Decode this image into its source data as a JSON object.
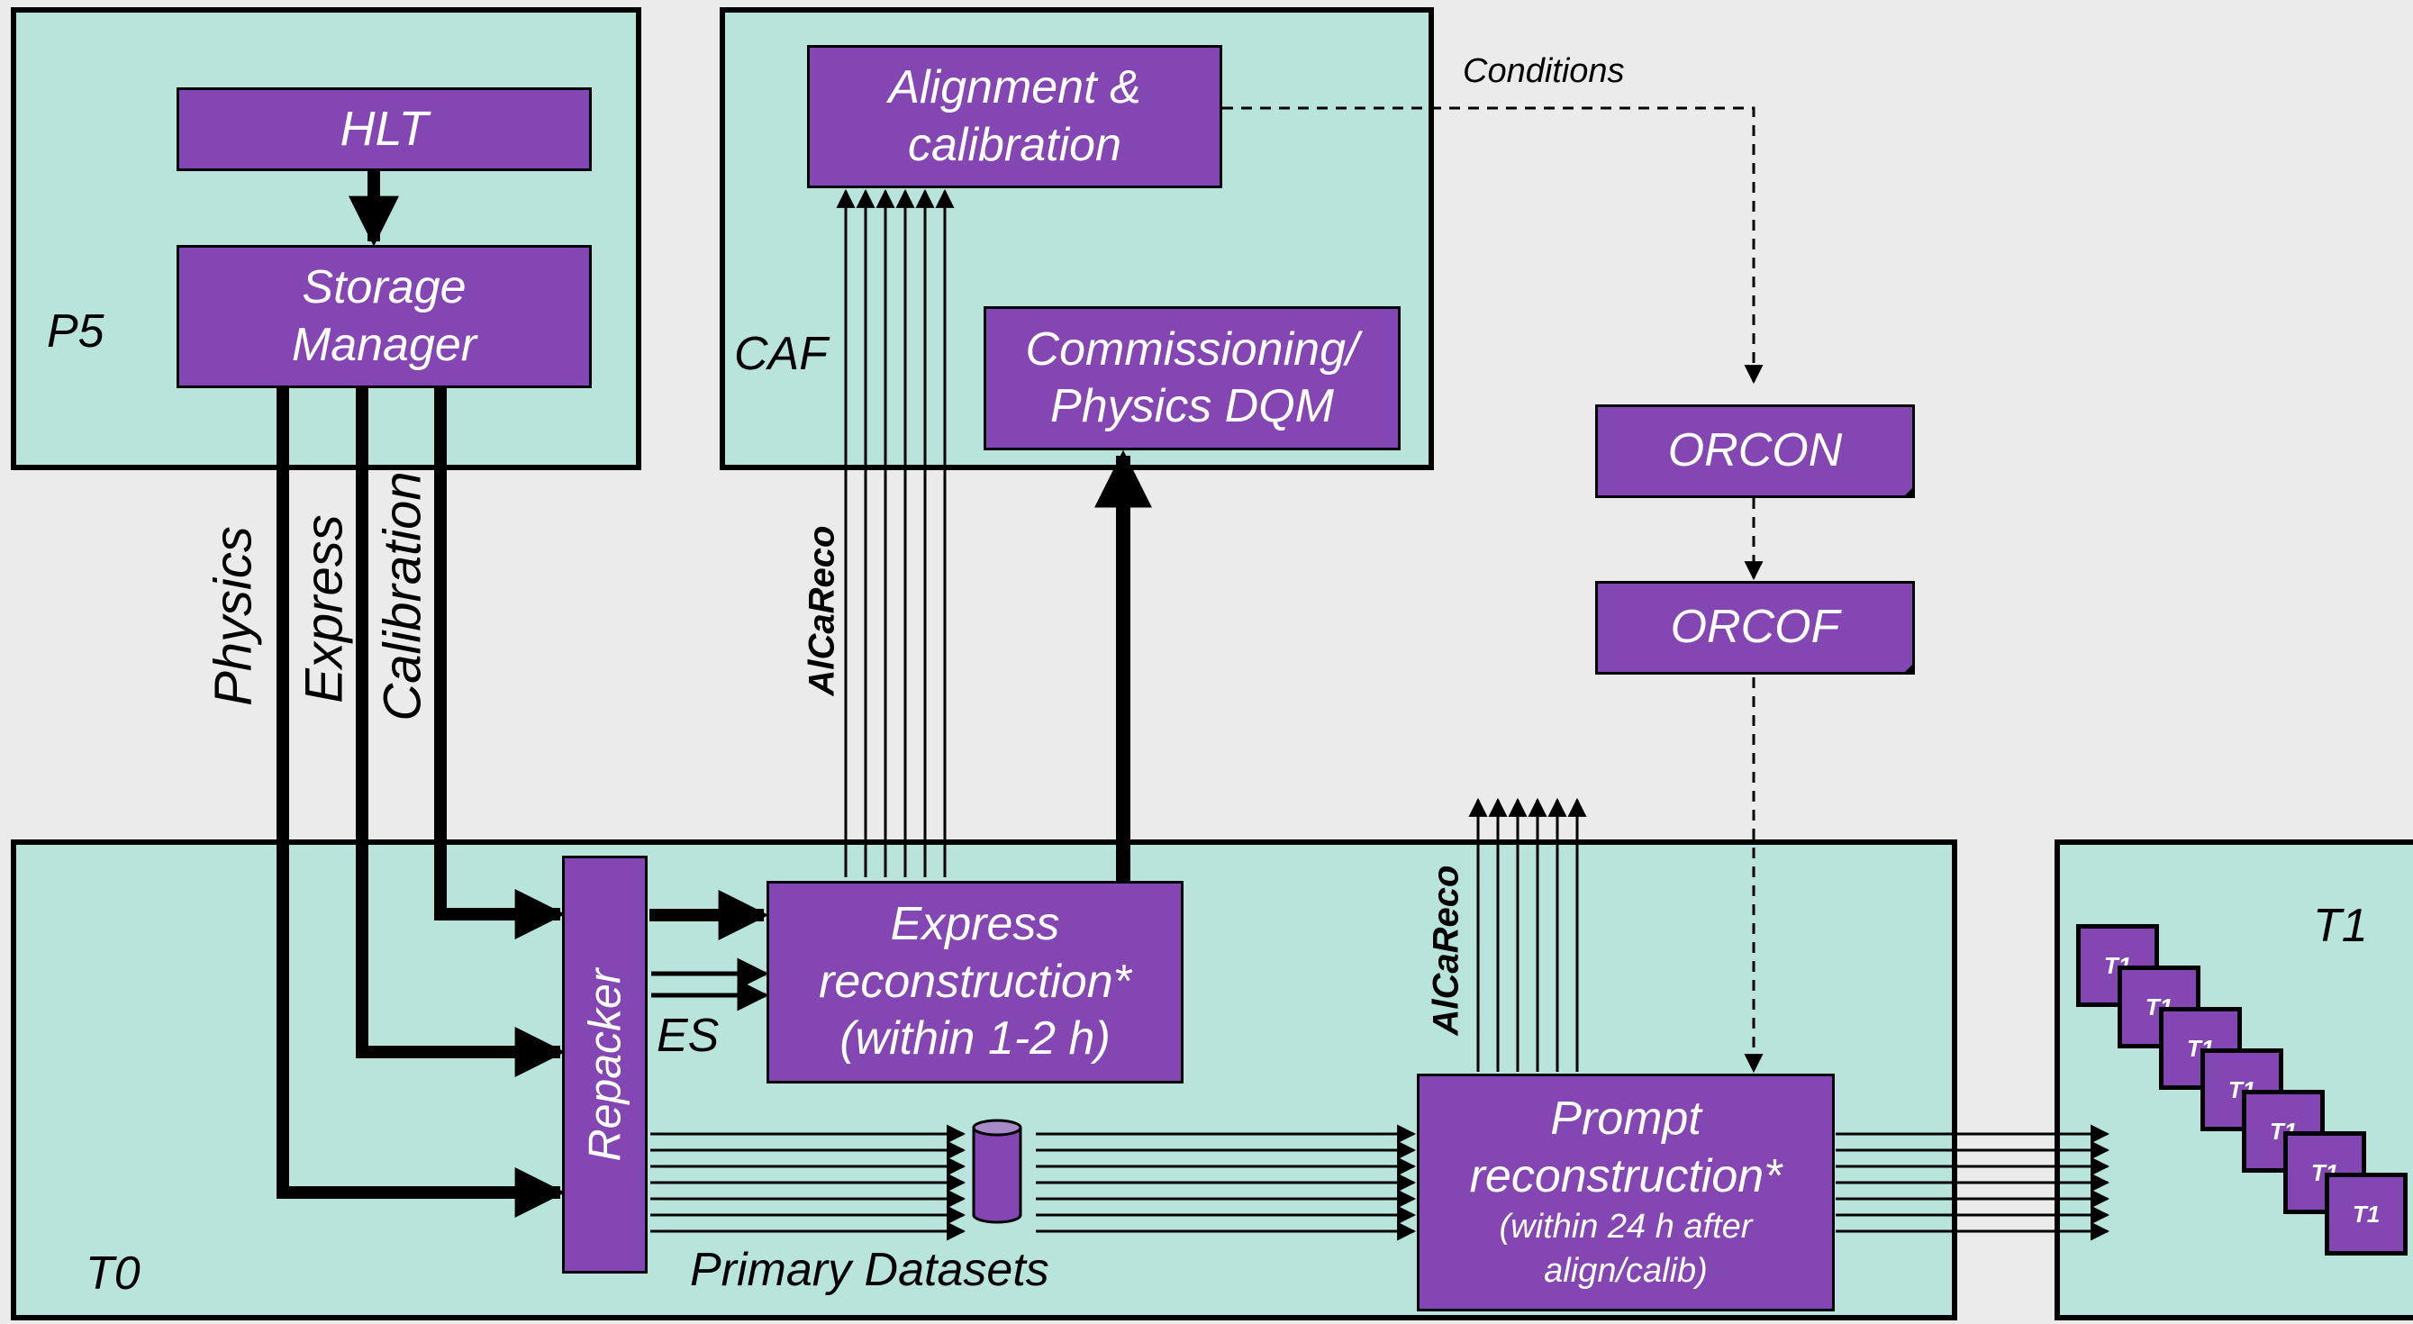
{
  "regions": {
    "p5": "P5",
    "caf": "CAF",
    "t0": "T0",
    "t1": "T1"
  },
  "boxes": {
    "hlt": "HLT",
    "storage_manager": [
      "Storage",
      "Manager"
    ],
    "alignment": [
      "Alignment &",
      "calibration"
    ],
    "dqm": [
      "Commissioning/",
      "Physics DQM"
    ],
    "orcon": "ORCON",
    "orcof": "ORCOF",
    "repacker": "Repacker",
    "express_reco": [
      "Express",
      "reconstruction*",
      "(within 1-2 h)"
    ],
    "prompt_reco": [
      "Prompt",
      "reconstruction*"
    ],
    "prompt_reco_note": [
      "(within 24 h after",
      "align/calib)"
    ]
  },
  "stream_labels": {
    "physics": "Physics",
    "express": "Express",
    "calibration": "Calibration"
  },
  "labels": {
    "conditions": "Conditions",
    "alcareco_top": "AlCaReco",
    "alcareco_t0": "AlCaReco",
    "es": "ES",
    "primary_datasets": "Primary Datasets"
  },
  "t1_tiles": [
    "T1",
    "T1",
    "T1",
    "T1",
    "T1",
    "T1",
    "T1"
  ]
}
